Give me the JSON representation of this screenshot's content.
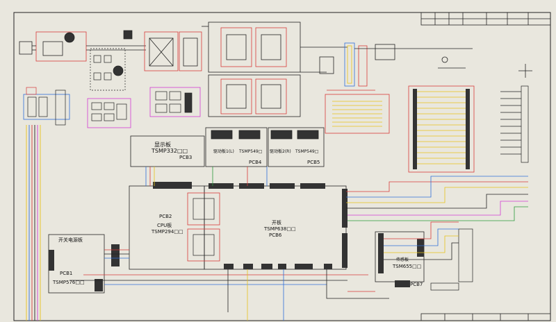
{
  "colors": {
    "paper": "#e9e7de",
    "ink": "#111111",
    "red": "#d63a3a",
    "blue": "#2f6fd8",
    "magenta": "#d23ad2",
    "yellow": "#e8c21a",
    "green": "#2a9a3a",
    "cyan": "#1aa7c8"
  },
  "blocks": {
    "display": {
      "title": "显示板",
      "model": "TSMP332□□",
      "pcb": "PCB3"
    },
    "drive1": {
      "label": "驱动板1(L)",
      "pcb": "PCB4"
    },
    "drive1_model": {
      "label": "TSMP549□"
    },
    "drive2": {
      "label": "驱动板2(R)",
      "pcb": "PCB5"
    },
    "drive2_model": {
      "label": "TSMP549□"
    },
    "cpu": {
      "pcb": "PCB2",
      "title": "CPU板",
      "model": "TSMP294□□"
    },
    "main": {
      "title": "开板",
      "model": "TSMP638□□",
      "pcb": "PCB6"
    },
    "power": {
      "title": "开关电源板",
      "pcb": "PCB1",
      "model": "TSMP576□□"
    },
    "sensor": {
      "title": "传感板",
      "model": "TSM655□□",
      "pcb": "PCB7"
    }
  }
}
